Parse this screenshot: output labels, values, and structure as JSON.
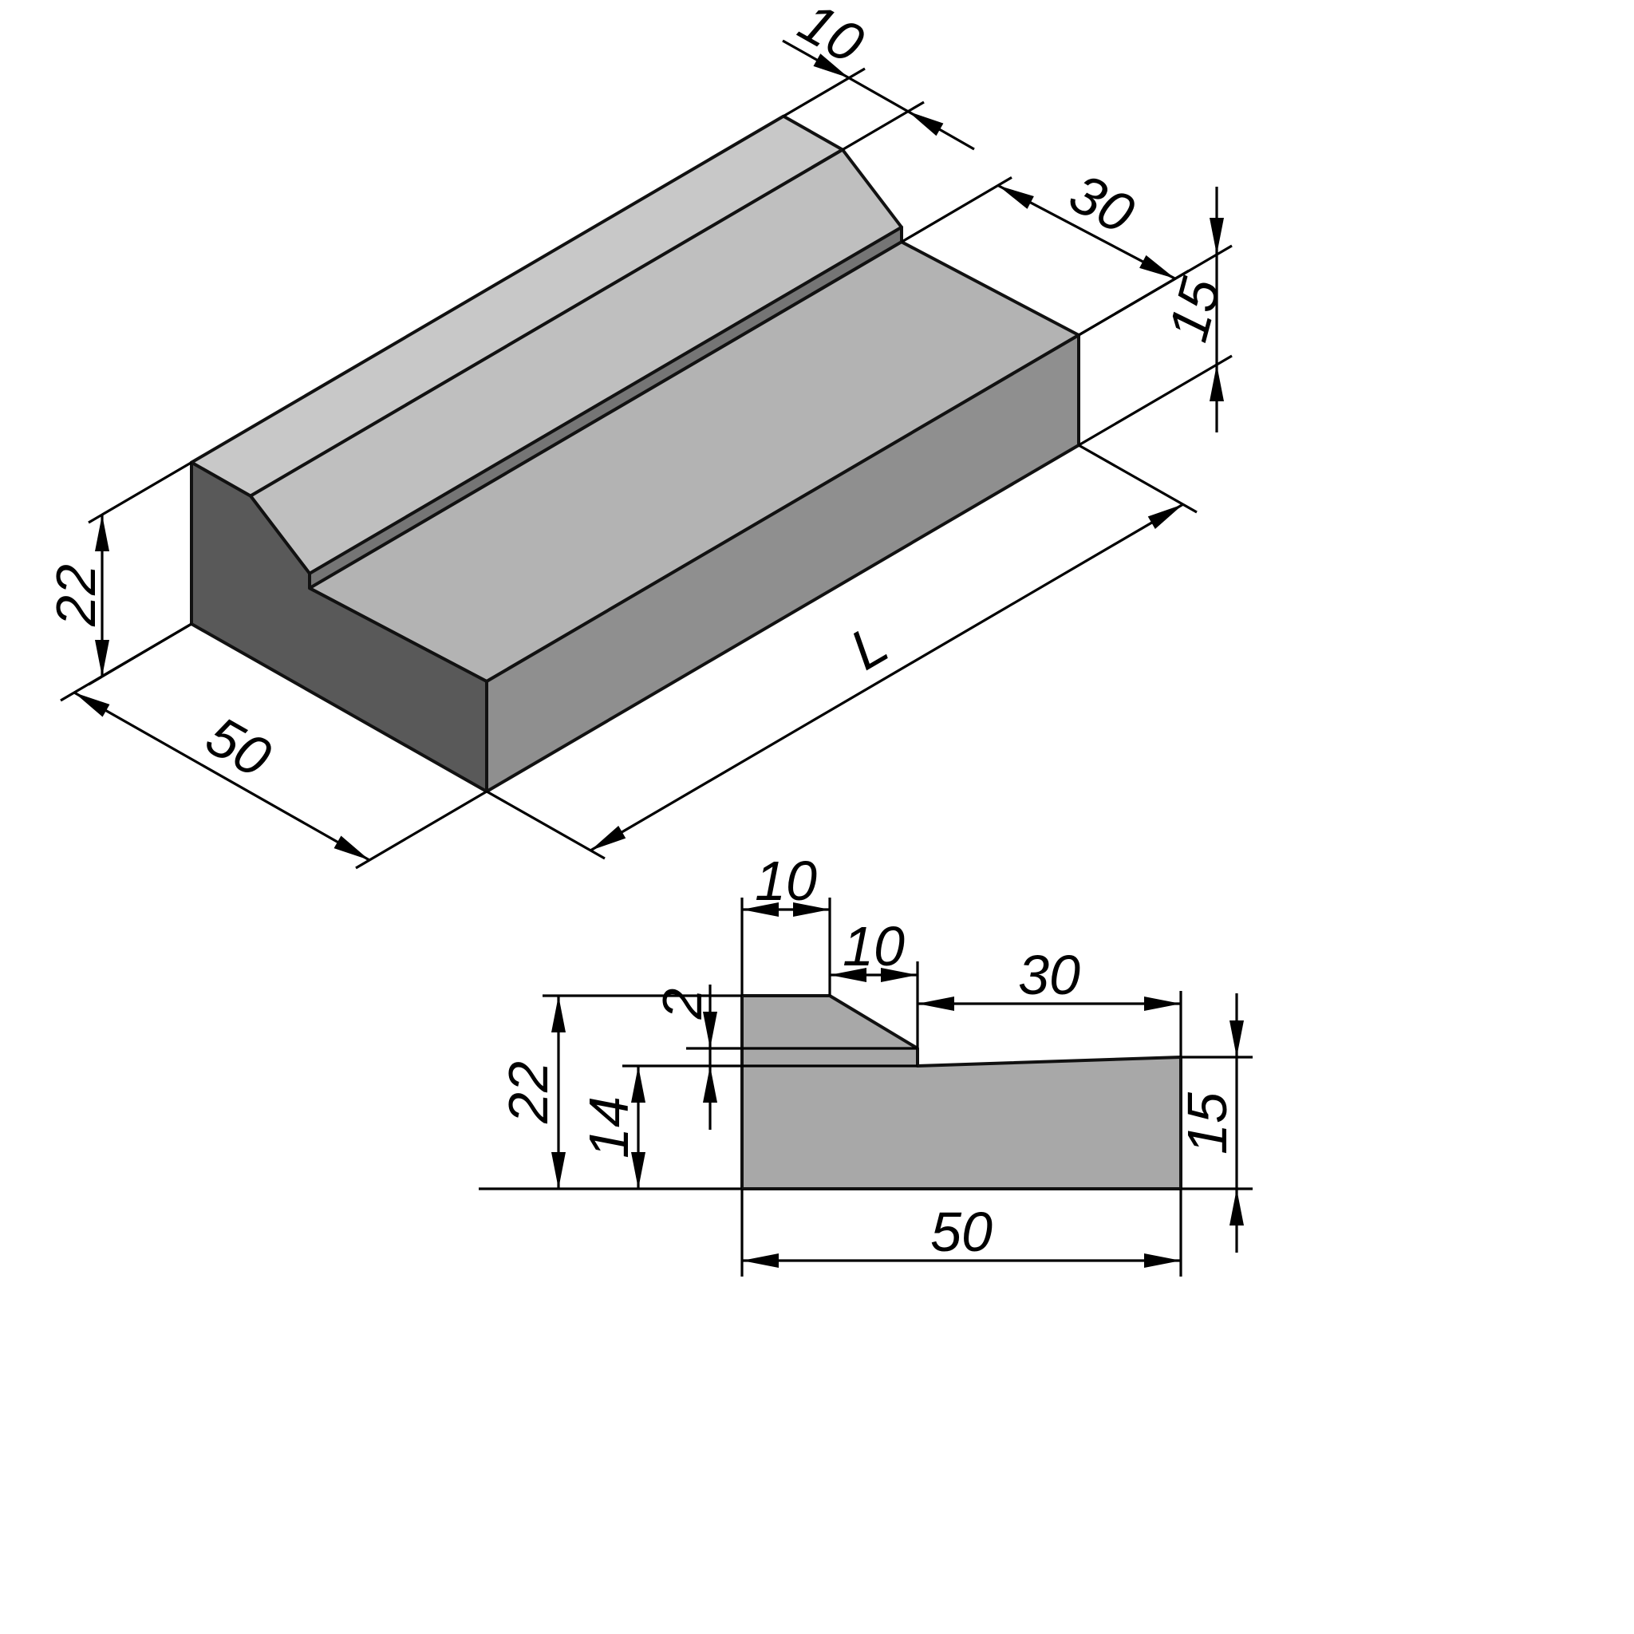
{
  "drawing_type": "technical-dimension-drawing",
  "views": {
    "isometric": {
      "dims": {
        "top_width": "10",
        "lower_surface_width": "30",
        "end_height": "15",
        "left_height": "22",
        "total_width": "50",
        "length": "L"
      }
    },
    "cross_section": {
      "dims": {
        "top_flat_width": "10",
        "slope_width": "10",
        "step_height": "2",
        "lower_surface_width": "30",
        "left_height": "22",
        "step_level_height": "14",
        "right_height": "15",
        "total_width": "50"
      }
    }
  },
  "colors": {
    "outline": "#111111",
    "dimension": "#000000",
    "face_front": "#595959",
    "face_side": "#8f8f8f",
    "face_top_strip": "#c8c8c8",
    "face_slope": "#bfbfbf",
    "face_step": "#757575",
    "face_lower_top": "#b3b3b3",
    "section_fill": "#a8a8a8"
  }
}
